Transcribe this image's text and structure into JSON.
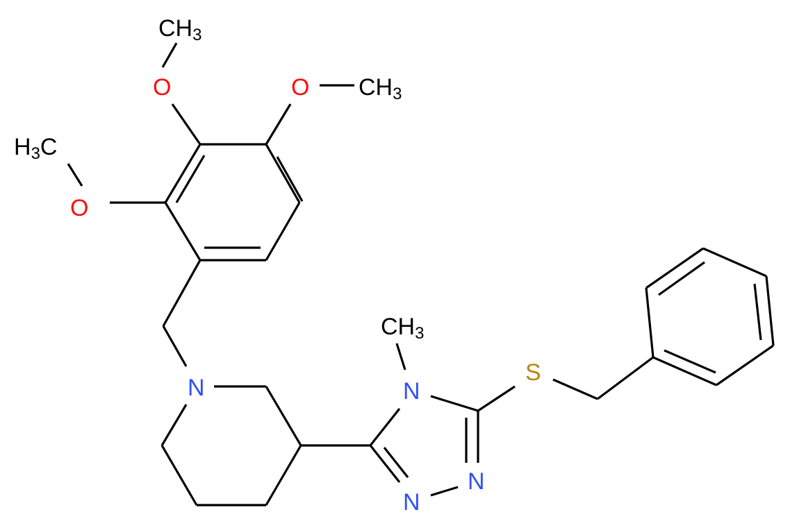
{
  "molecule": {
    "description": "3-[5-(benzylsulfanyl)-4-methyl-4H-1,2,4-triazol-3-yl]-1-[(2,3,4-trimethoxyphenyl)methyl]piperidine",
    "colors": {
      "carbon": "#000000",
      "oxygen": "#ff0d0d",
      "nitrogen": "#3050f8",
      "sulfur": "#b8860b",
      "bond": "#000000",
      "background": "#ffffff"
    },
    "labels": {
      "methyl_top": {
        "main": "CH",
        "sub": "3"
      },
      "methyl_right": {
        "main": "CH",
        "sub": "3"
      },
      "methyl_left": {
        "pre": "H",
        "sub": "3",
        "main": "C"
      },
      "methyl_triazole": {
        "main": "CH",
        "sub": "3"
      },
      "oxygen_top": "O",
      "oxygen_right": "O",
      "oxygen_left": "O",
      "nitrogen_piperidine": "N",
      "nitrogen_triazole_4": "N",
      "nitrogen_triazole_1": "N",
      "nitrogen_triazole_2": "N",
      "sulfur": "S"
    }
  }
}
